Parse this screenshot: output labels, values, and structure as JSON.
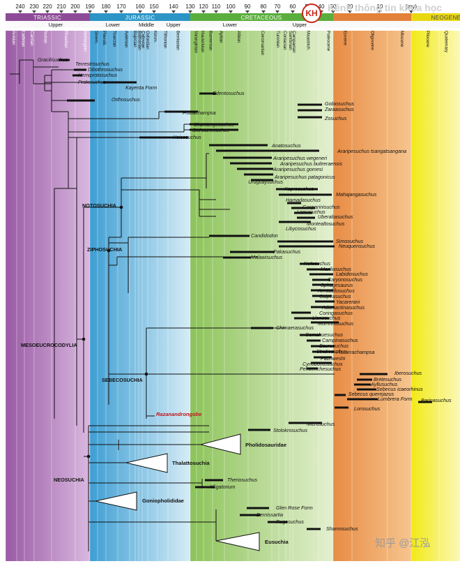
{
  "watermark_top": "Kênh thông tin khoa học",
  "watermark_bottom": "知乎 @江泓",
  "logo_text": "KH",
  "timescale": {
    "ticks": [
      "240",
      "230",
      "220",
      "210",
      "200",
      "190",
      "180",
      "170",
      "160",
      "150",
      "140",
      "130",
      "120",
      "110",
      "100",
      "90",
      "80",
      "70",
      "60",
      "50",
      "40",
      "30",
      "20",
      "10",
      "(my)"
    ],
    "periods": [
      "TRIASSIC",
      "JURASSIC",
      "CRETACEOUS",
      "",
      "NEOGENE"
    ],
    "subperiods": [
      "Middle",
      "Upper",
      "Lower",
      "Middle",
      "Upper",
      "Lower",
      "Upper"
    ],
    "stages": [
      "Anisian",
      "Ladinian",
      "Carnian",
      "Norian",
      "Rhaetian",
      "Hettangian",
      "Sinem.",
      "Pliensb.",
      "Toarcian",
      "Aalenian",
      "Bajocian",
      "Bathonian",
      "Callovian",
      "Oxfordian",
      "Kimm.",
      "Tithonian",
      "Berriasian",
      "Valanginian",
      "Hauterivian",
      "Barremian",
      "Aptian",
      "Albian",
      "Cenomanian",
      "Turonian",
      "Coniacian",
      "Santonian",
      "Campanian",
      "Maastrich.",
      "Paleocene",
      "Eocene",
      "Oligocene",
      "Miocene",
      "Pliocene",
      "Quaternary"
    ]
  },
  "clades": {
    "mesoeucrocodylia": "MESOEUCROCODYLIA",
    "notosuchia": "NOTOSUCHIA",
    "ziphosuchia": "ZIPHOSUCHIA",
    "sebecosuchia": "SEBECOSUCHIA",
    "neosuchia": "NEOSUCHIA"
  },
  "collapsed_groups": [
    "Pholidosauridae",
    "Thalattosuchia",
    "Goniopholididae",
    "Eusuchia"
  ],
  "highlight_taxon": "Razanandrongobe",
  "taxa": [
    "Gracilisuchus",
    "Terrestrisuchus",
    "Dibothrosuchus",
    "Hemiprotosuchus",
    "Protosuchus",
    "Kayenta Form",
    "Edentosuchus",
    "Orthosuchus",
    "Gobiosuchus",
    "Zaraasuchus",
    "Fruitachampsa",
    "Zosuchus",
    "Shantungosuchus",
    "Sichuanosuchus",
    "Hsisosuchus",
    "Anatosuchus",
    "Araripesuchus tsangatsangana",
    "Araripesuchus wegeneri",
    "Araripesuchus buitreraensis",
    "Araripesuchus gomesi",
    "Araripesuchus patagonicus",
    "Uruguaysuchus",
    "Kaprosuchus",
    "Mahajangasuchus",
    "Hamadasuchus",
    "Gasparinisuchus",
    "Lomasuchus",
    "Uberabasuchus",
    "Montealtosuchus",
    "Libycosuchus",
    "Candidodon",
    "Simosuchus",
    "Neuquensuchus",
    "Pakasuchus",
    "Malawisuchus",
    "Notosuchus",
    "Mariliasuchus",
    "Labidiosuchus",
    "Caryonosuchus",
    "Sphagesaurus",
    "Armadillosuchus",
    "Caipirasuchus",
    "Yacarerani",
    "Adamantinasuchus",
    "Coringasuchus",
    "Llanosuchus",
    "Morrinhosuchus",
    "Chimaerasuchus",
    "Comahuesuchus",
    "Campinasuchus",
    "Baurusuchus",
    "Stratiosuchus",
    "Pissarrachampsa",
    "Pabhweshi",
    "Cynodontosuchus",
    "Pehuenchesuchus",
    "Iberosuchus",
    "Bretesuchus",
    "Ayllusuchus",
    "Sebecus icaeorhinus",
    "Sebecus querejazus",
    "Lumbrera Form",
    "Barinasuchus",
    "Lorosuchus",
    "Microsuchus",
    "Stolokrosuchus",
    "Theriosuchus",
    "Alligatorium",
    "Glen Rose Form",
    "Bernissartia",
    "Rugosuchus",
    "Shamosuchus"
  ],
  "colors": {
    "triassic": "#9c5ba6",
    "jurassic": "#39a7cf",
    "cretaceous": "#6fbb45",
    "paleogene": "#e4914a",
    "neogene": "#f2ec1a",
    "highlight": "#c0161a"
  }
}
